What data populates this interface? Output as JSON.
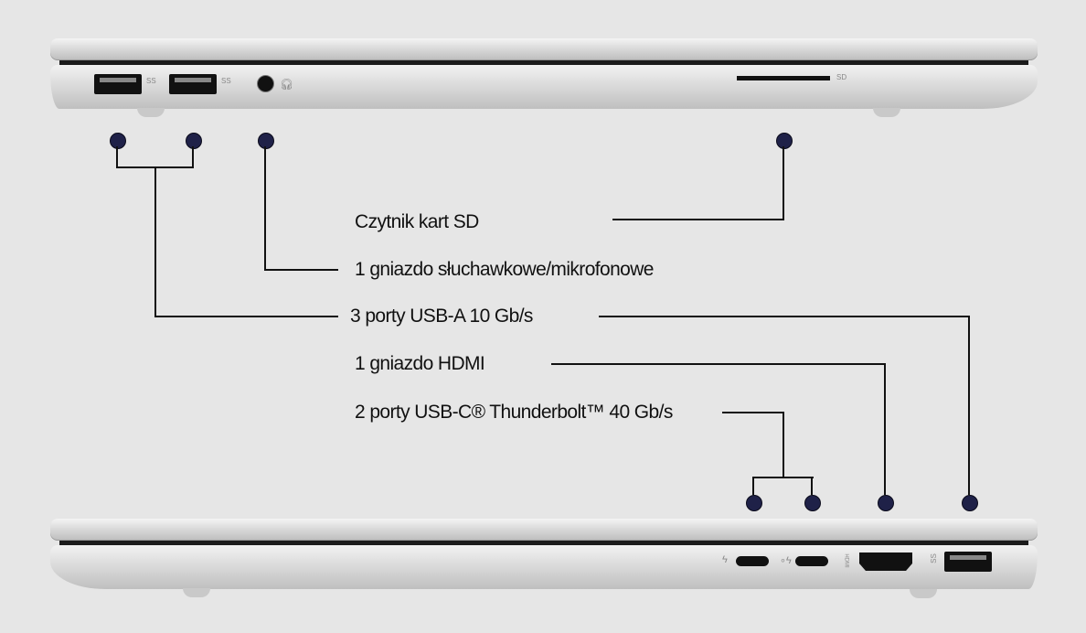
{
  "labels": {
    "sd_reader": "Czytnik kart SD",
    "audio_jack": "1 gniazdo słuchawkowe/mikrofonowe",
    "usb_a": "3 porty USB-A 10 Gb/s",
    "hdmi": "1 gniazdo HDMI",
    "thunderbolt": "2 porty USB-C® Thunderbolt™ 40 Gb/s"
  },
  "port_markings": {
    "sd": "SD",
    "hdmi": "HDMI",
    "ss": "SS"
  },
  "colors": {
    "background": "#e6e6e6",
    "dot": "#1f2148",
    "line": "#111111"
  }
}
